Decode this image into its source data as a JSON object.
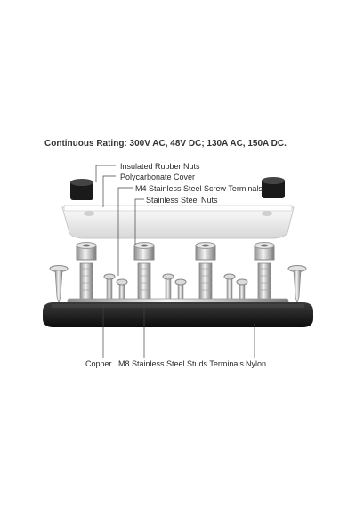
{
  "rating": "Continuous Rating: 300V AC, 48V DC; 130A AC, 150A DC.",
  "labels": {
    "rubber_nuts": "Insulated Rubber Nuts",
    "cover": "Polycarbonate Cover",
    "m4_terminals": "M4 Stainless Steel Screw Terminals",
    "steel_nuts": "Stainless Steel Nuts",
    "copper": "Copper",
    "m8_terminals": "M8 Stainless Steel Studs Terminals",
    "nylon": "Nylon"
  }
}
